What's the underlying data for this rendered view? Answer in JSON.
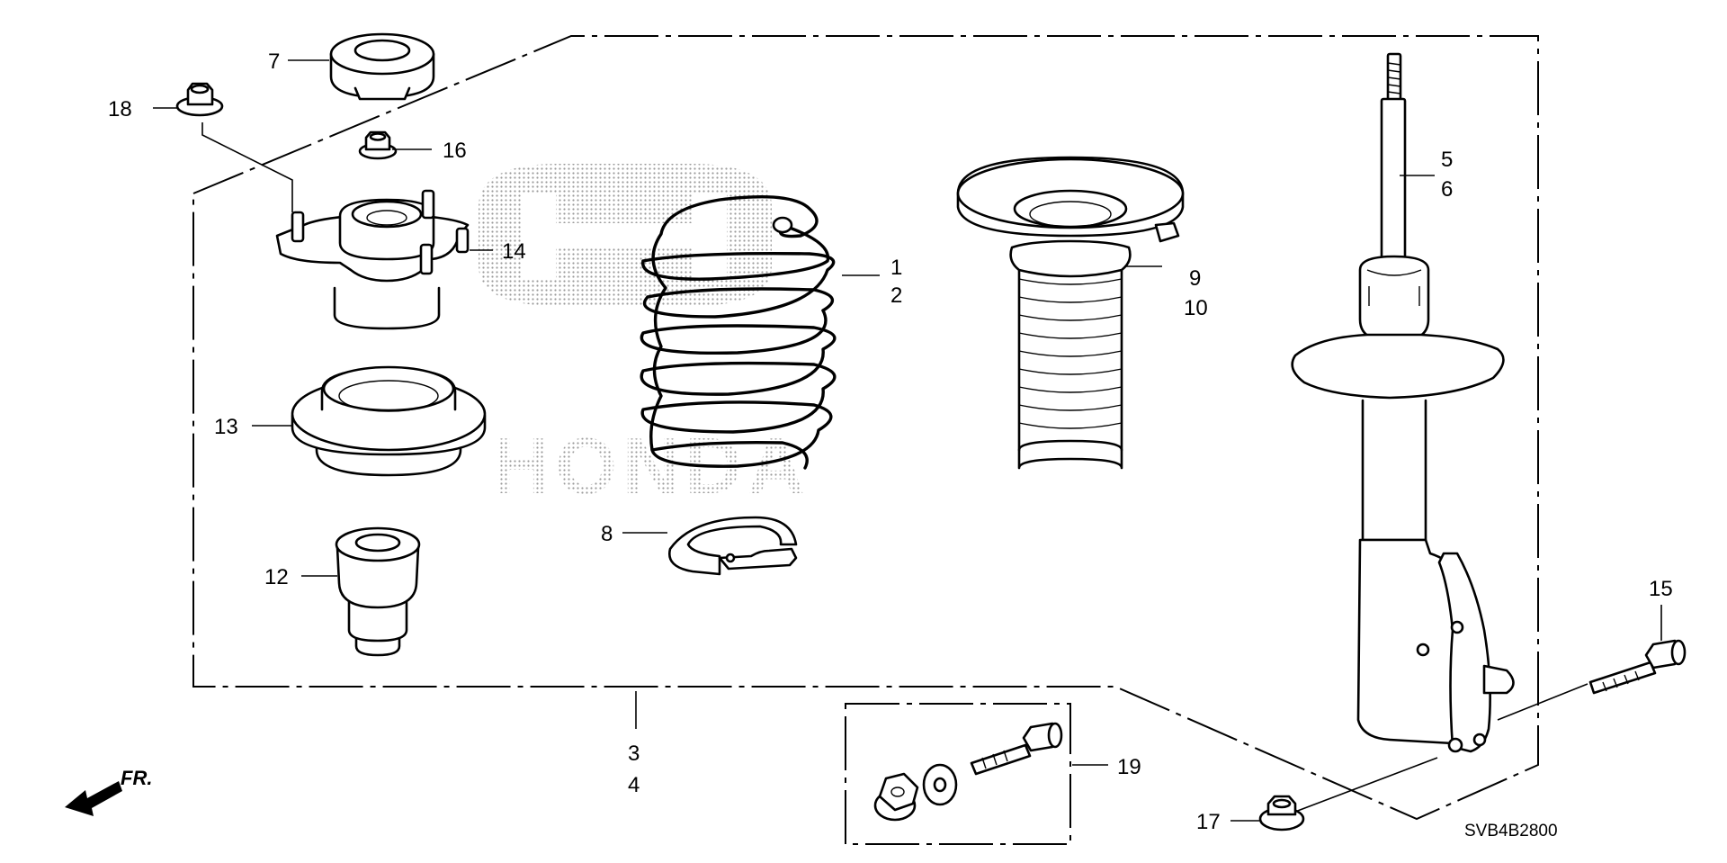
{
  "diagram": {
    "drawing_code": "SVB4B2800",
    "direction_label": "FR.",
    "callouts": {
      "c1": "1",
      "c2": "2",
      "c3": "3",
      "c4": "4",
      "c5": "5",
      "c6": "6",
      "c7": "7",
      "c8": "8",
      "c9": "9",
      "c10": "10",
      "c12": "12",
      "c13": "13",
      "c14": "14",
      "c15": "15",
      "c16": "16",
      "c17": "17",
      "c18": "18",
      "c19": "19"
    },
    "watermark": {
      "brand": "HONDA"
    }
  }
}
